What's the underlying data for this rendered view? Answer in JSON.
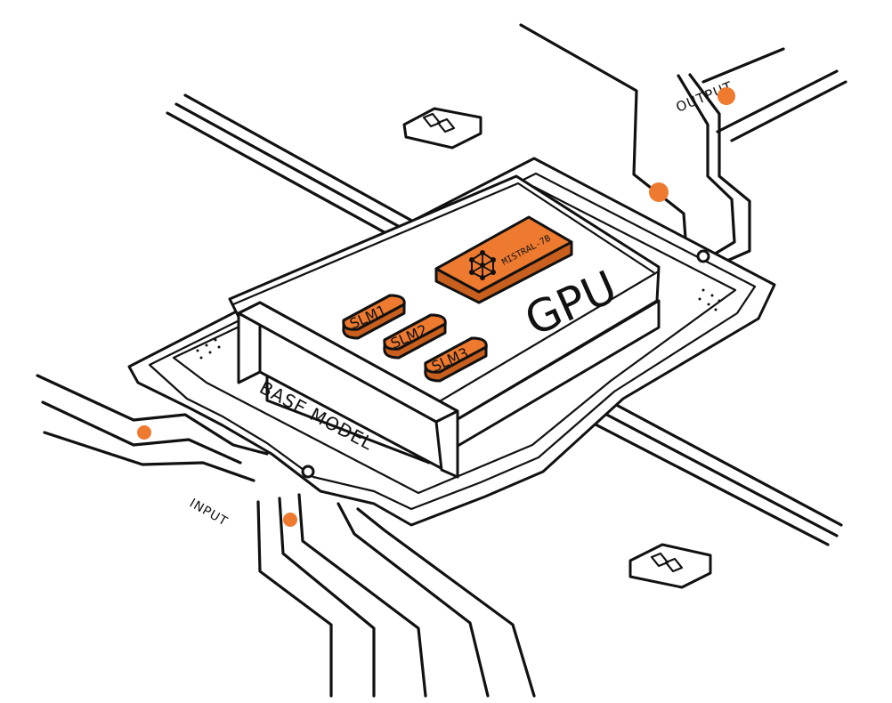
{
  "labels": {
    "output": "OUTPUT",
    "input": "INPUT",
    "base_model": "BASE MODEL",
    "gpu": "GPU",
    "chip_main": "MISTRAL-7B",
    "slm1": "SLM1",
    "slm2": "SLM2",
    "slm3": "SLM3"
  },
  "colors": {
    "accent": "#ee7a2f",
    "chip_shadow": "#c95f1e",
    "ink": "#111111",
    "background": "#ffffff"
  },
  "icons": {
    "chip_logo": "network-node-icon",
    "pads": "contact-pad-icon"
  }
}
